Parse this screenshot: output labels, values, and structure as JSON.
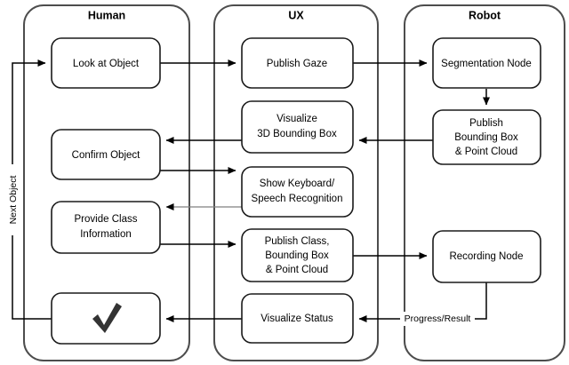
{
  "diagram": {
    "type": "swimlane-flowchart",
    "lanes": [
      {
        "id": "human",
        "title": "Human"
      },
      {
        "id": "ux",
        "title": "UX"
      },
      {
        "id": "robot",
        "title": "Robot"
      }
    ],
    "nodes": [
      {
        "id": "look-at-object",
        "lane": "human",
        "label": "Look at Object",
        "lines": [
          "Look at Object"
        ]
      },
      {
        "id": "confirm-object",
        "lane": "human",
        "label": "Confirm Object",
        "lines": [
          "Confirm Object"
        ]
      },
      {
        "id": "provide-class-information",
        "lane": "human",
        "label": "Provide Class Information",
        "lines": [
          "Provide Class",
          "Information"
        ]
      },
      {
        "id": "done-check",
        "lane": "human",
        "label": "✓",
        "lines": [
          "✓"
        ],
        "icon": "check-icon"
      },
      {
        "id": "publish-gaze",
        "lane": "ux",
        "label": "Publish Gaze",
        "lines": [
          "Publish Gaze"
        ]
      },
      {
        "id": "visualize-3d-bounding-box",
        "lane": "ux",
        "label": "Visualize 3D Bounding Box",
        "lines": [
          "Visualize",
          "3D Bounding Box"
        ]
      },
      {
        "id": "show-keyboard-speech-recognition",
        "lane": "ux",
        "label": "Show Keyboard/ Speech Recognition",
        "lines": [
          "Show Keyboard/",
          "Speech Recognition"
        ]
      },
      {
        "id": "publish-class-bounding-box-point-cloud",
        "lane": "ux",
        "label": "Publish Class, Bounding Box & Point Cloud",
        "lines": [
          "Publish Class,",
          "Bounding Box",
          "& Point Cloud"
        ]
      },
      {
        "id": "visualize-status",
        "lane": "ux",
        "label": "Visualize Status",
        "lines": [
          "Visualize Status"
        ]
      },
      {
        "id": "segmentation-node",
        "lane": "robot",
        "label": "Segmentation Node",
        "lines": [
          "Segmentation Node"
        ]
      },
      {
        "id": "publish-bounding-box-point-cloud",
        "lane": "robot",
        "label": "Publish Bounding Box & Point Cloud",
        "lines": [
          "Publish",
          "Bounding Box",
          "& Point Cloud"
        ]
      },
      {
        "id": "recording-node",
        "lane": "robot",
        "label": "Recording Node",
        "lines": [
          "Recording Node"
        ]
      }
    ],
    "edge_labels": [
      {
        "id": "next-object",
        "text": "Next Object",
        "orientation": "vertical-bottom-up"
      },
      {
        "id": "progress-result",
        "text": "Progress/Result",
        "orientation": "horizontal"
      }
    ],
    "colors": {
      "lane_stroke": "#4d4d4d",
      "node_stroke": "#1a1a1a",
      "edge": "#000000",
      "edge_faint": "#7f7f7f",
      "background": "#ffffff",
      "check": "#333333"
    }
  }
}
